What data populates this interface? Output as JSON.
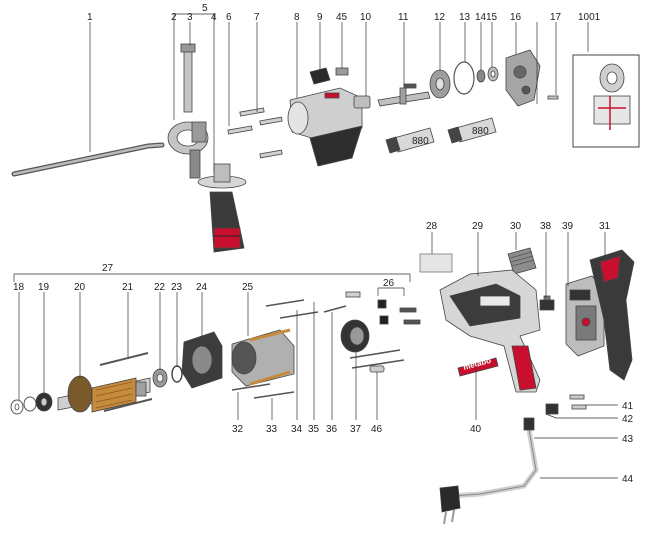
{
  "labels": {
    "p1": "1",
    "p2": "2",
    "p3": "3",
    "p4": "4",
    "p5": "5",
    "p6": "6",
    "p7": "7",
    "p8": "8",
    "p9": "9",
    "p10": "10",
    "p11": "11",
    "p12": "12",
    "p13": "13",
    "p14": "14",
    "p15": "15",
    "p16": "16",
    "p17": "17",
    "p18": "18",
    "p19": "19",
    "p20": "20",
    "p21": "21",
    "p22": "22",
    "p23": "23",
    "p24": "24",
    "p25": "25",
    "p26": "26",
    "p27": "27",
    "p28": "28",
    "p29": "29",
    "p30": "30",
    "p31": "31",
    "p32": "32",
    "p33": "33",
    "p34": "34",
    "p35": "35",
    "p36": "36",
    "p37": "37",
    "p38": "38",
    "p39": "39",
    "p40": "40",
    "p41": "41",
    "p42": "42",
    "p43": "43",
    "p44": "44",
    "p45": "45",
    "p46": "46",
    "p1001": "1001"
  },
  "tube_labels": {
    "t880a": "880",
    "t880b": "880"
  },
  "brand_label": "metabo",
  "colors": {
    "grey_light": "#d9d9d9",
    "grey_mid": "#a8a8a8",
    "grey_dark": "#6e6e6e",
    "red": "#c8102e",
    "black": "#1a1a1a"
  }
}
